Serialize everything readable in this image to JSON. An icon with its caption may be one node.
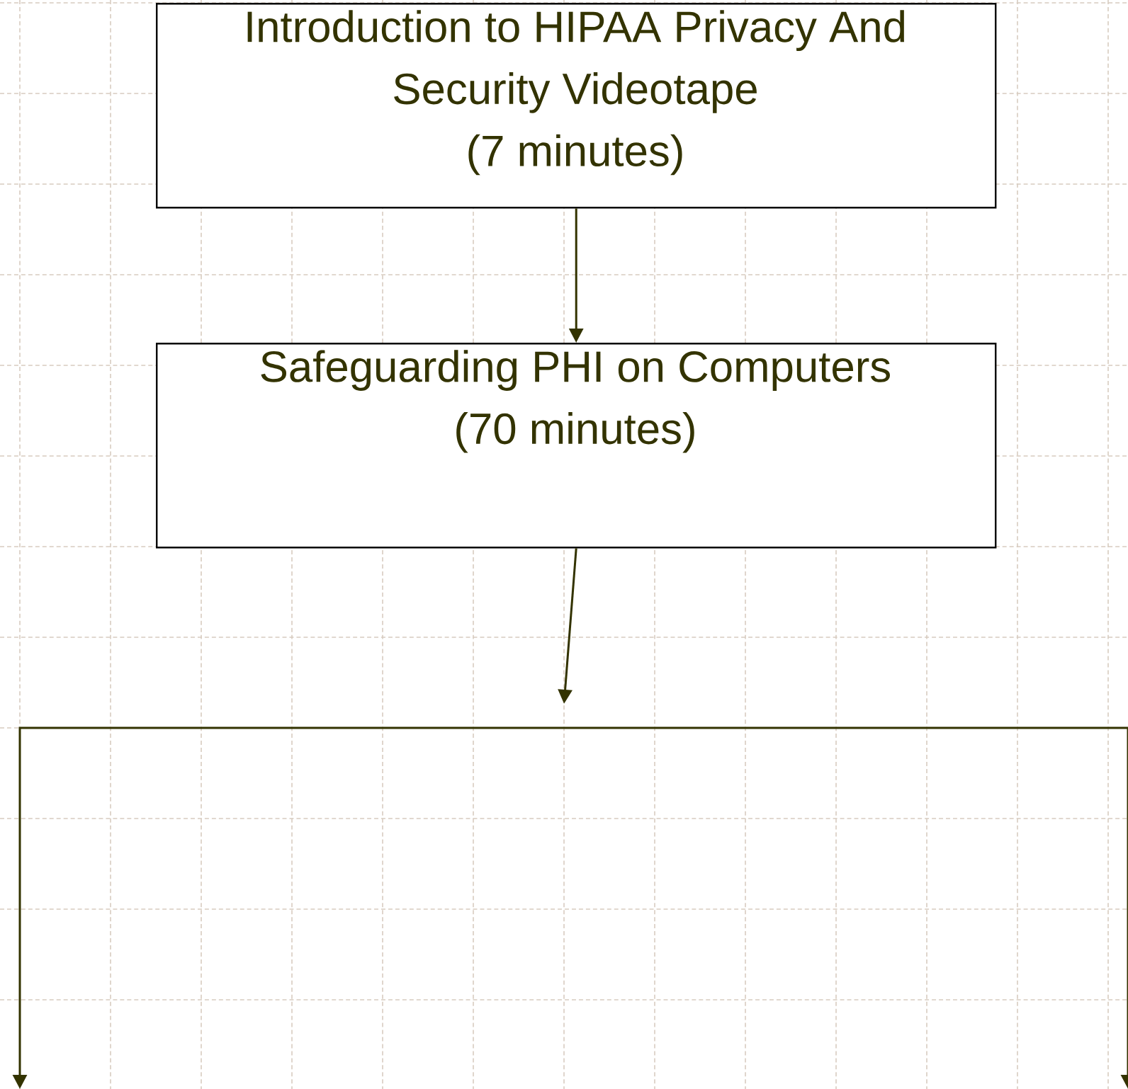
{
  "diagram": {
    "nodes": [
      {
        "text": [
          "Introduction to HIPAA Privacy And Security Videotape",
          "(7 minutes)"
        ]
      },
      {
        "text": [
          "Safeguarding PHI on Computers",
          "(70 minutes)"
        ]
      }
    ],
    "edges": [
      {
        "from": 0,
        "to": 1,
        "arrow": "to"
      },
      {
        "from": 1,
        "to": null,
        "arrow": "to"
      }
    ]
  }
}
